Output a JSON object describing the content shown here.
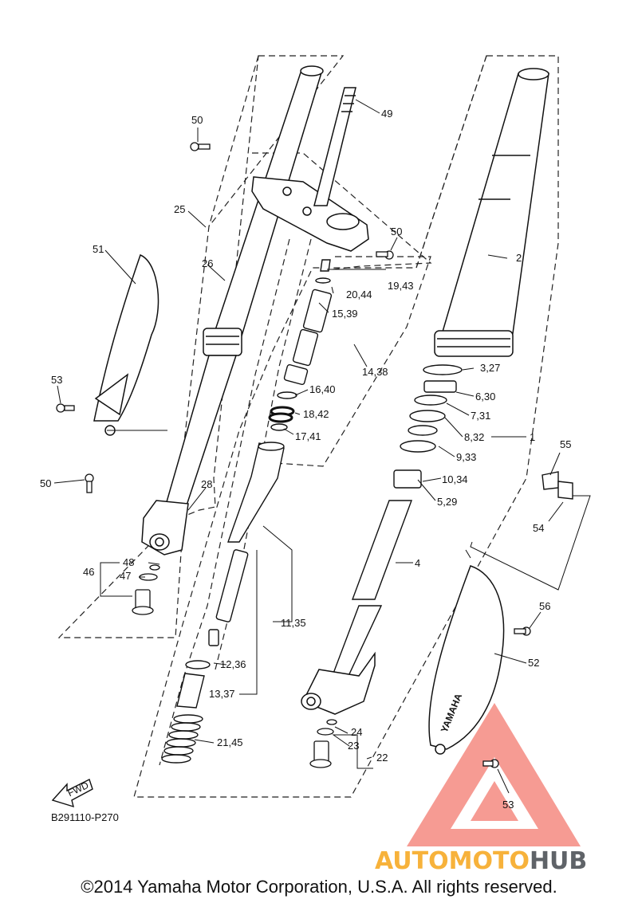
{
  "diagram": {
    "ref_code": "B291110-P270",
    "fwd_label": "FWD",
    "copyright": "©2014 Yamaha Motor Corporation, U.S.A. All rights reserved.",
    "guard_text": "YAMAHA",
    "watermark": {
      "part1": "AUTOMOTO",
      "part2": "HUB",
      "color1": "#f7b23b",
      "color2": "#5f6368",
      "logo_color": "#ef4a3c"
    },
    "callouts": {
      "c49": "49",
      "c50a": "50",
      "c50b": "50",
      "c50c": "50",
      "c25": "25",
      "c51": "51",
      "c26": "26",
      "c53a": "53",
      "c53b": "53",
      "c28": "28",
      "c48": "48",
      "c47": "47",
      "c46": "46",
      "c19_43": "19,43",
      "c20_44": "20,44",
      "c15_39": "15,39",
      "c14_38": "14,38",
      "c16_40": "16,40",
      "c18_42": "18,42",
      "c17_41": "17,41",
      "c11_35": "11,35",
      "c12_36": "12,36",
      "c13_37": "13,37",
      "c21_45": "21,45",
      "c2": "2",
      "c3_27": "3,27",
      "c6_30": "6,30",
      "c7_31": "7,31",
      "c8_32": "8,32",
      "c1": "1",
      "c9_33": "9,33",
      "c10_34": "10,34",
      "c5_29": "5,29",
      "c4": "4",
      "c55": "55",
      "c54": "54",
      "c56": "56",
      "c52": "52",
      "c24": "24",
      "c23": "23",
      "c22": "22"
    }
  }
}
